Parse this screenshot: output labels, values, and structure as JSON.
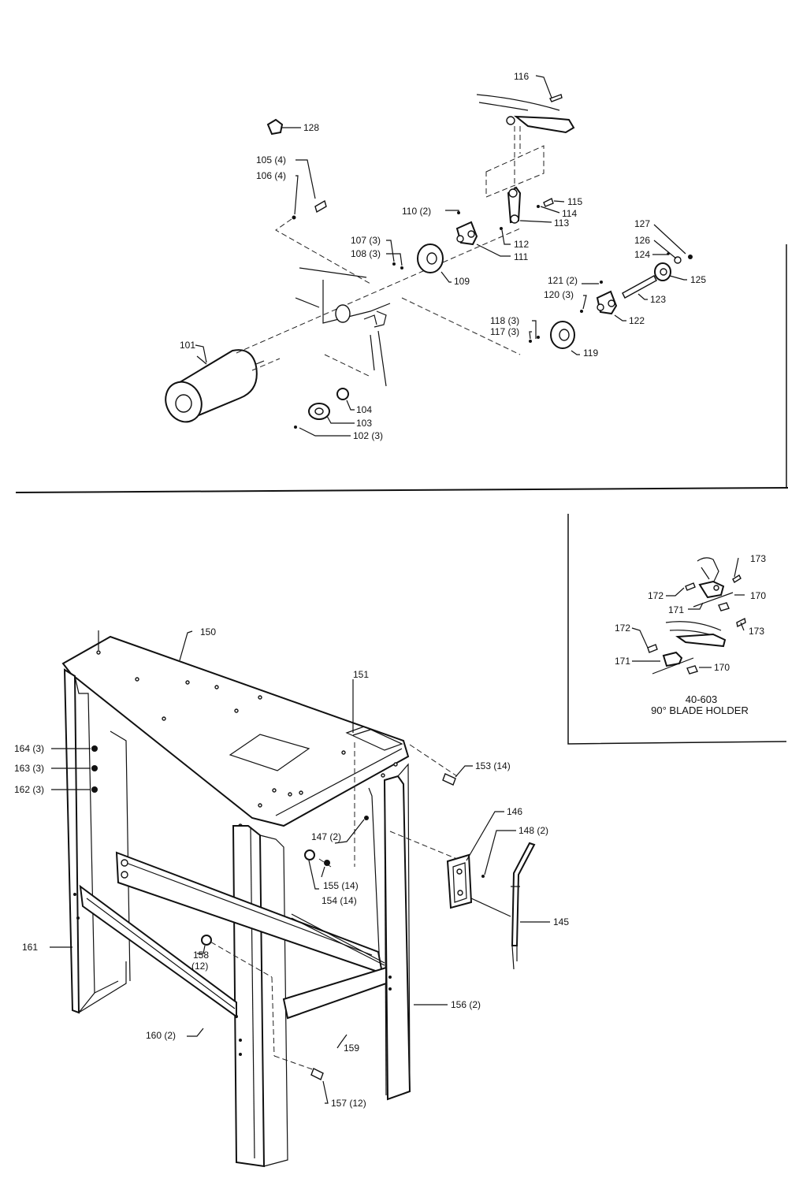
{
  "labels": {
    "p101": "101",
    "p102": "102 (3)",
    "p103": "103",
    "p104": "104",
    "p105": "105 (4)",
    "p106": "106 (4)",
    "p107": "107 (3)",
    "p108": "108 (3)",
    "p109": "109",
    "p110": "110 (2)",
    "p111": "111",
    "p112": "112",
    "p113": "113",
    "p114": "114",
    "p115": "115",
    "p116": "116",
    "p117": "117 (3)",
    "p118": "118 (3)",
    "p119": "119",
    "p120": "120 (3)",
    "p121": "121 (2)",
    "p122": "122",
    "p123": "123",
    "p124": "124",
    "p125": "125",
    "p126": "126",
    "p127": "127",
    "p128": "128",
    "p145": "145",
    "p146": "146",
    "p147": "147 (2)",
    "p148": "148 (2)",
    "p150": "150",
    "p151": "151",
    "p153": "153 (14)",
    "p154": "154 (14)",
    "p155": "155 (14)",
    "p156": "156 (2)",
    "p157": "157 (12)",
    "p158a": "158",
    "p158b": "(12)",
    "p159": "159",
    "p160": "160 (2)",
    "p161": "161",
    "p162": "162 (3)",
    "p163": "163 (3)",
    "p164": "164 (3)",
    "p170a": "170",
    "p170b": "170",
    "p171a": "171",
    "p171b": "171",
    "p172a": "172",
    "p172b": "172",
    "p173a": "173",
    "p173b": "173"
  },
  "inset": {
    "model": "40-603",
    "title": "90° BLADE HOLDER"
  }
}
